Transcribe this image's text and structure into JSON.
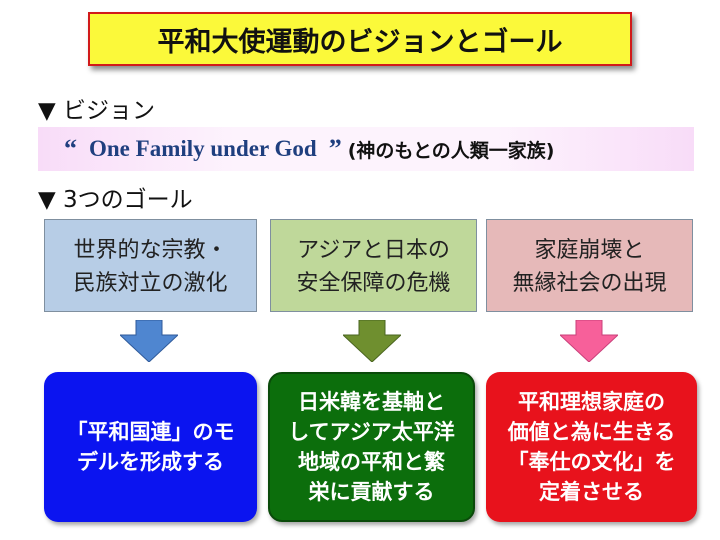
{
  "title": "平和大使運動のビジョンとゴール",
  "vision_heading": "▼ ビジョン",
  "vision": {
    "open_quote": "“",
    "english": "One Family under God",
    "close_quote": "”",
    "japanese": "(神のもとの人類一家族)"
  },
  "goals_heading": "▼ 3つのゴール",
  "goals": [
    {
      "problem": "世界的な宗教・\n民族対立の激化",
      "action": "「平和国連」のモ\nデルを形成する"
    },
    {
      "problem": "アジアと日本の\n安全保障の危機",
      "action": "日米韓を基軸と\nしてアジア太平洋\n地域の平和と繁\n栄に貢献する"
    },
    {
      "problem": "家庭崩壊と\n無縁社会の出現",
      "action": "平和理想家庭の\n価値と為に生きる\n「奉仕の文化」を\n定着させる"
    }
  ],
  "colors": {
    "title_bg": "#fbf93a",
    "title_border": "#d11a1a",
    "arrow_1": "#4f86d0",
    "arrow_2": "#6f8f2f",
    "arrow_3": "#f7609a",
    "action_1": "#0b14f0",
    "action_2": "#0c6e0c",
    "action_3": "#e8121c"
  }
}
